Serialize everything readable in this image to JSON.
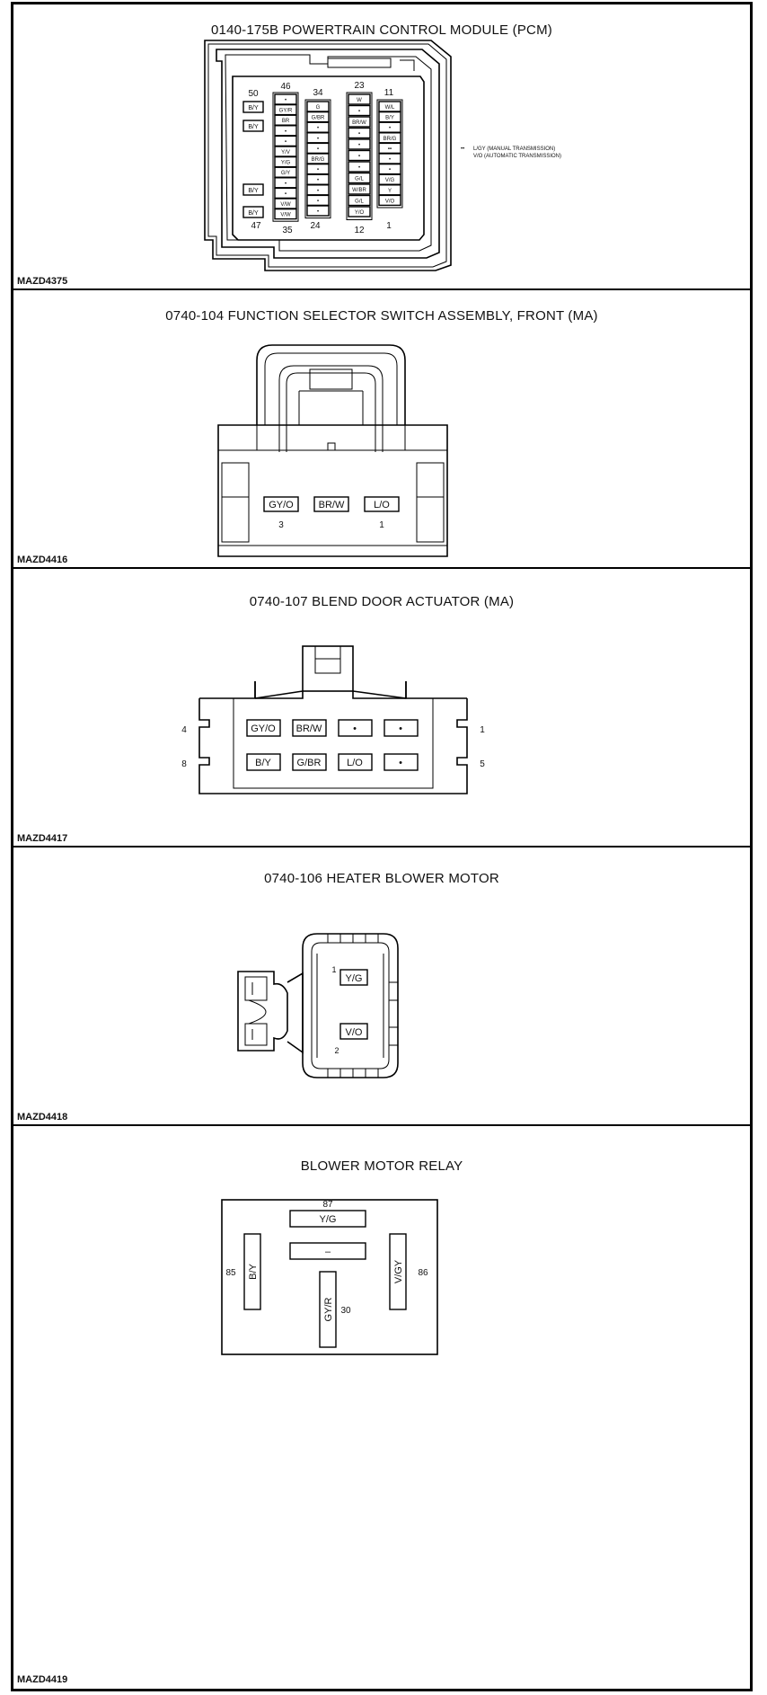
{
  "panels": [
    {
      "title": "0140-175B POWERTRAIN CONTROL MODULE (PCM)",
      "code": "MAZD4375",
      "pin_labels": {
        "p50": "50",
        "p46": "46",
        "p34": "34",
        "p23": "23",
        "p11": "11",
        "p47": "47",
        "p35": "35",
        "p24": "24",
        "p12": "12",
        "p1": "1"
      },
      "columns": [
        [
          "B/Y",
          "B/Y",
          "B/Y",
          "B/Y"
        ],
        [
          "•",
          "GY/R",
          "BR",
          "•",
          "•",
          "Y/V",
          "Y/G",
          "G/Y",
          "•",
          "•",
          "V/W",
          "V/W"
        ],
        [
          "G",
          "G/BR",
          "•",
          "•",
          "•",
          "BR/G",
          "•",
          "•",
          "•",
          "•",
          "•"
        ],
        [
          "W",
          "•",
          "BR/W",
          "•",
          "•",
          "•",
          "•",
          "G/L",
          "W/BR",
          "G/L",
          "Y/O"
        ],
        [
          "W/L",
          "B/Y",
          "•",
          "BR/G",
          "••",
          "•",
          "•",
          "V/G",
          "Y",
          "V/O"
        ]
      ],
      "note_marker": "••",
      "note_lines": [
        "L/GY (MANUAL TRANSMISSION)",
        "V/O (AUTOMATIC TRANSMISSION)"
      ]
    },
    {
      "title": "0740-104 FUNCTION SELECTOR SWITCH ASSEMBLY, FRONT (MA)",
      "code": "MAZD4416",
      "wires": [
        "GY/O",
        "BR/W",
        "L/O"
      ],
      "pin_left": "3",
      "pin_right": "1"
    },
    {
      "title": "0740-107 BLEND DOOR ACTUATOR (MA)",
      "code": "MAZD4417",
      "row_top": [
        "GY/O",
        "BR/W",
        "•",
        "•"
      ],
      "row_bottom": [
        "B/Y",
        "G/BR",
        "L/O",
        "•"
      ],
      "pin_tl": "4",
      "pin_bl": "8",
      "pin_tr": "1",
      "pin_br": "5"
    },
    {
      "title": "0740-106 HEATER BLOWER MOTOR",
      "code": "MAZD4418",
      "wires": [
        "Y/G",
        "V/O"
      ],
      "pin_top": "1",
      "pin_bottom": "2"
    },
    {
      "title": "BLOWER MOTOR RELAY",
      "code": "MAZD4419",
      "t87_wire": "Y/G",
      "t87_pin": "87",
      "t87a_wire": "–",
      "t85_wire": "B/Y",
      "t85_pin": "85",
      "t86_wire": "V/GY",
      "t86_pin": "86",
      "t30_wire": "GY/R",
      "t30_pin": "30"
    }
  ]
}
